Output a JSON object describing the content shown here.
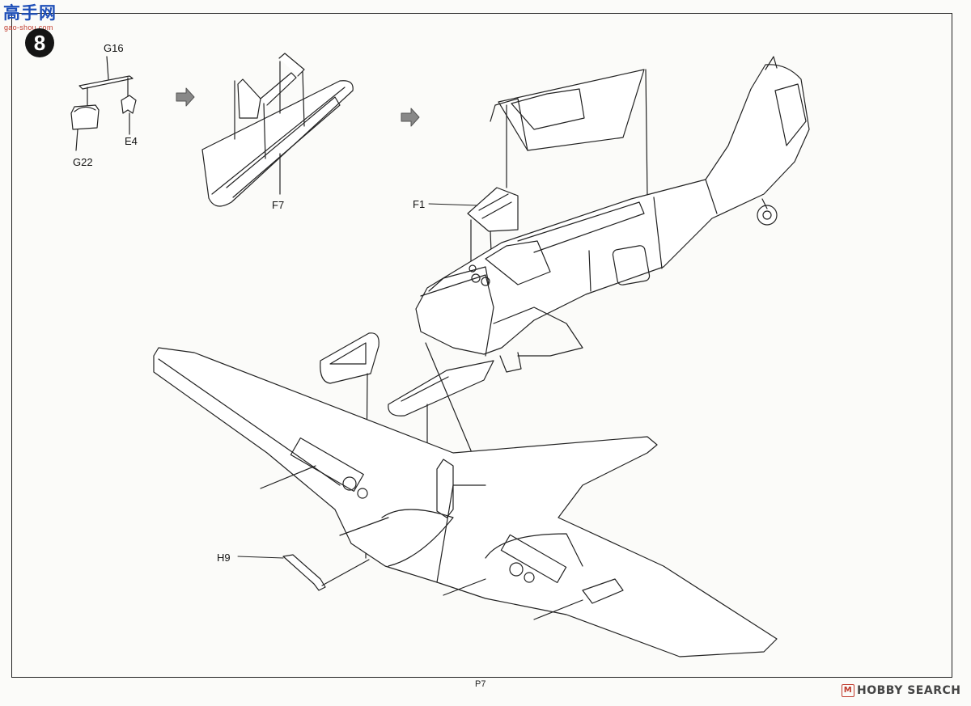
{
  "watermark": {
    "title": "高手网",
    "url": "gao-shou.com"
  },
  "step": {
    "number": "8"
  },
  "parts": {
    "g16": "G16",
    "e4": "E4",
    "g22": "G22",
    "f7": "F7",
    "f1": "F1",
    "h9": "H9"
  },
  "icons": {
    "arrow1": "right-arrow-icon",
    "arrow2": "right-arrow-icon"
  },
  "footer": {
    "page": "P7",
    "brand_logo_mark": "M",
    "brand_text": "HOBBY SEARCH"
  }
}
